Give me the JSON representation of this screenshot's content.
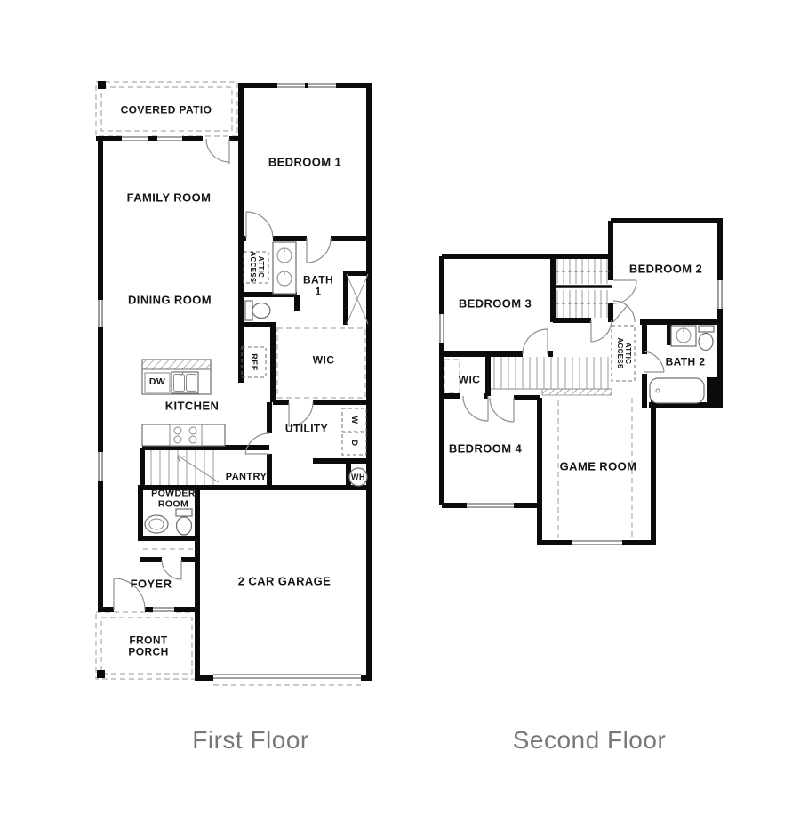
{
  "captions": {
    "first_floor": "First Floor",
    "second_floor": "Second Floor"
  },
  "first_floor": {
    "covered_patio": "COVERED PATIO",
    "bedroom_1": "BEDROOM 1",
    "family_room": "FAMILY ROOM",
    "dining_room": "DINING ROOM",
    "bath_1_l1": "BATH",
    "bath_1_l2": "1",
    "attic_access_l1": "ATTIC",
    "attic_access_l2": "ACCESS",
    "wic": "WIC",
    "ref": "REF",
    "dw": "DW",
    "kitchen": "KITCHEN",
    "utility": "UTILITY",
    "washer": "W",
    "dryer": "D",
    "pantry": "PANTRY",
    "water_heater": "WH",
    "powder_room_l1": "POWDER",
    "powder_room_l2": "ROOM",
    "foyer": "FOYER",
    "garage": "2 CAR GARAGE",
    "front_porch_l1": "FRONT",
    "front_porch_l2": "PORCH"
  },
  "second_floor": {
    "bedroom_2": "BEDROOM 2",
    "bedroom_3": "BEDROOM 3",
    "attic_access_l1": "ATTIC",
    "attic_access_l2": "ACCESS",
    "bath_2": "BATH 2",
    "wic": "WIC",
    "bedroom_4": "BEDROOM 4",
    "game_room": "GAME ROOM"
  },
  "colors": {
    "wall": "#0b0b0b",
    "label": "#141414",
    "caption": "#76787b",
    "background": "#ffffff"
  }
}
